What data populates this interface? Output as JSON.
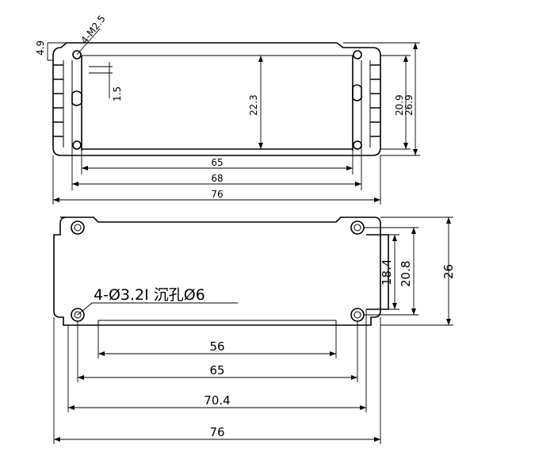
{
  "top_view": {
    "thread_note": "4-M2.5",
    "dim_wall": "4.9",
    "dim_slot": "1.5",
    "dim_inner_height": "22.3",
    "dim_rail": "20.9",
    "dim_height": "26.9",
    "dim_inner_65": "65",
    "dim_inner_68": "68",
    "dim_width": "76"
  },
  "plate_view": {
    "hole_note": "4-Ø3.2I 沉孔Ø6",
    "dim_window": "18.4",
    "dim_hole_pitch_v": "20.8",
    "dim_height": "26",
    "dim_56": "56",
    "dim_65": "65",
    "dim_70_4": "70.4",
    "dim_76": "76"
  }
}
